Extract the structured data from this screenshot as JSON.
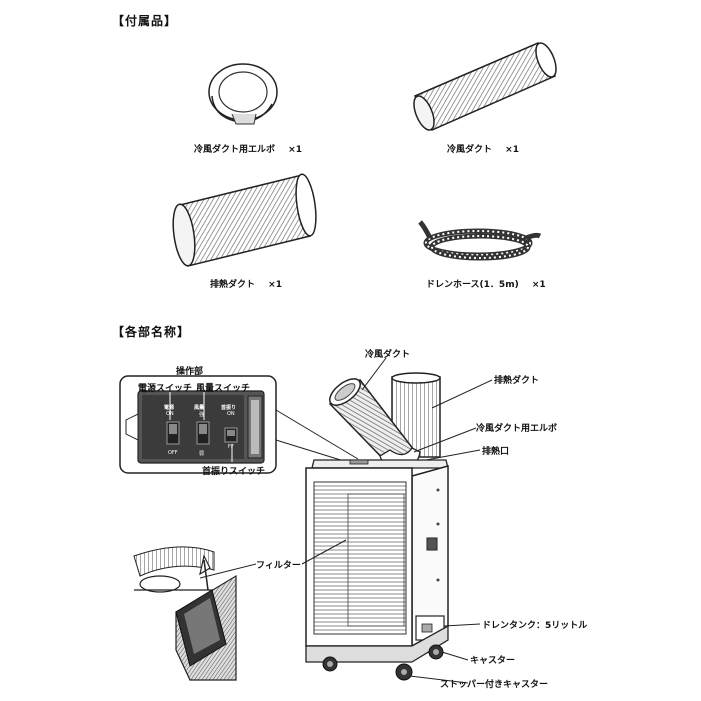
{
  "accessories": {
    "header": "【付属品】",
    "items": [
      {
        "name": "冷風ダクト用エルボ",
        "qty": "×1"
      },
      {
        "name": "冷風ダクト",
        "qty": "×1"
      },
      {
        "name": "排熱ダクト",
        "qty": "×1"
      },
      {
        "name": "ドレンホース(1．5m)",
        "qty": "×1"
      }
    ]
  },
  "parts": {
    "header": "【各部名称】",
    "panel": {
      "title": "操作部",
      "power_switch": "電源スイッチ",
      "fan_switch": "風量スイッチ",
      "swing_switch": "首振りスイッチ",
      "sw_power": "電源",
      "sw_fan": "風量",
      "sw_swing": "首振り",
      "on": "ON",
      "off": "OFF",
      "strong": "強",
      "weak": "弱",
      "ff": "FF"
    },
    "labels": {
      "cold_duct": "冷風ダクト",
      "exhaust_duct": "排熱ダクト",
      "elbow": "冷風ダクト用エルボ",
      "exhaust_port": "排熱口",
      "filter": "フィルター",
      "drain_tank": "ドレンタンク：5リットル",
      "caster": "キャスター",
      "stopper_caster": "ストッパー付きキャスター"
    }
  }
}
